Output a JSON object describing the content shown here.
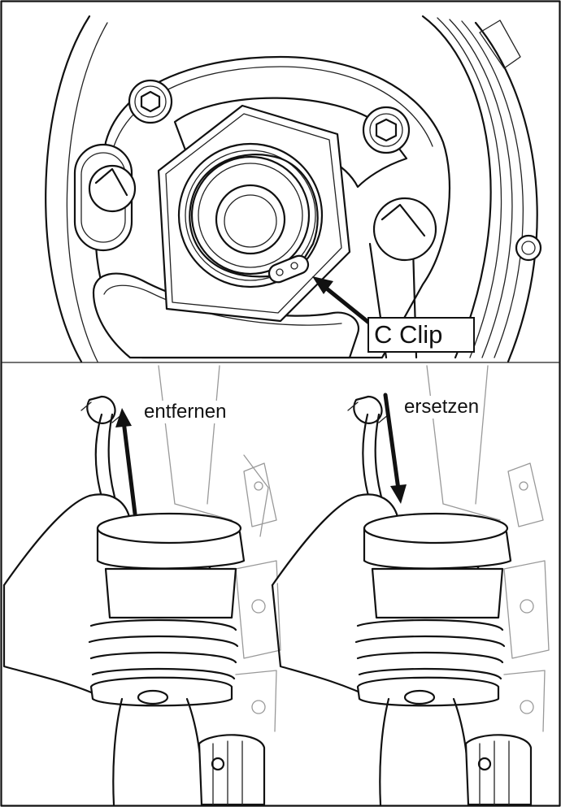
{
  "labels": {
    "c_clip": "C Clip",
    "remove": "entfernen",
    "replace": "ersetzen"
  },
  "colors": {
    "line": "#111111",
    "background": "#ffffff"
  }
}
